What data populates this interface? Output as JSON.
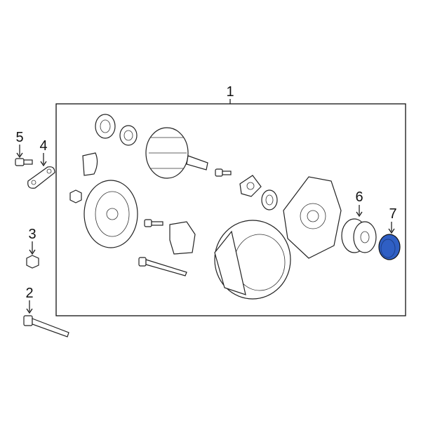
{
  "diagram": {
    "callouts": [
      {
        "id": "1",
        "label": "1"
      },
      {
        "id": "2",
        "label": "2"
      },
      {
        "id": "3",
        "label": "3"
      },
      {
        "id": "4",
        "label": "4"
      },
      {
        "id": "5",
        "label": "5"
      },
      {
        "id": "6",
        "label": "6"
      },
      {
        "id": "7",
        "label": "7"
      }
    ],
    "highlight_color": "#2f5fc4",
    "highlighted_part": "7"
  }
}
